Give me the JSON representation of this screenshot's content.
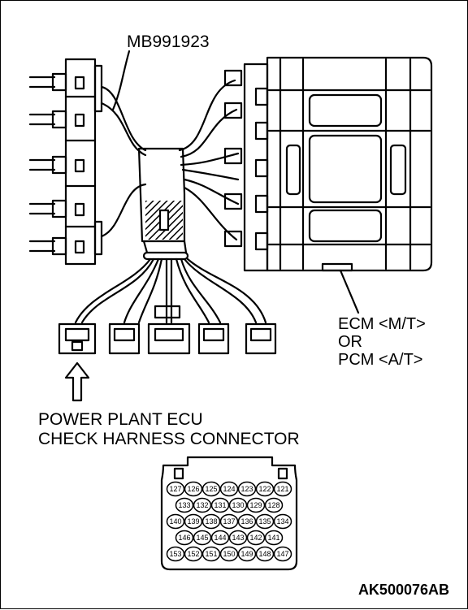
{
  "labels": {
    "tool": "MB991923",
    "ecm_line1": "ECM <M/T>",
    "ecm_line2": "OR",
    "ecm_line3": "PCM <A/T>",
    "ppecu_line1": "POWER PLANT ECU",
    "ppecu_line2": "CHECK HARNESS CONNECTOR",
    "figure_code": "AK500076AB"
  },
  "connector_pins": {
    "row1": [
      "127",
      "126",
      "125",
      "124",
      "123",
      "122",
      "121"
    ],
    "row2": [
      "133",
      "132",
      "131",
      "130",
      "129",
      "128"
    ],
    "row3": [
      "140",
      "139",
      "138",
      "137",
      "136",
      "135",
      "134"
    ],
    "row4": [
      "146",
      "145",
      "144",
      "143",
      "142",
      "141"
    ],
    "row5": [
      "153",
      "152",
      "151",
      "150",
      "149",
      "148",
      "147"
    ]
  }
}
